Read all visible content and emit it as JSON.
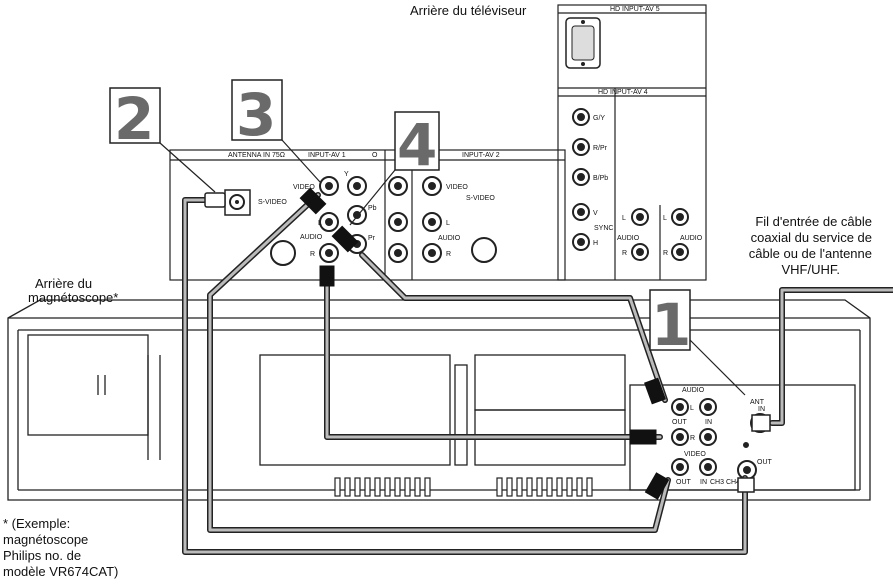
{
  "tv": {
    "label": "Arrière du téléviseur",
    "panels": {
      "hd_av5": "HD INPUT-AV 5",
      "hd_av4": "HD INPUT-AV 4",
      "antenna": "ANTENNA IN 75Ω",
      "av1": "INPUT-AV 1",
      "av2": "INPUT-AV 2",
      "out_partial": "O"
    },
    "jacks": {
      "video": "VIDEO",
      "svideo": "S-VIDEO",
      "audio": "AUDIO",
      "l": "L",
      "r": "R",
      "y": "Y",
      "pb": "Pb",
      "pr": "Pr",
      "gy": "G/Y",
      "rpr": "R/Pr",
      "bpb": "B/Pb",
      "v": "V",
      "h": "H",
      "sync": "SYNC"
    }
  },
  "vcr": {
    "label_line1": "Arrière du",
    "label_line2": "magnétoscope*",
    "jacks": {
      "audio": "AUDIO",
      "l": "L",
      "r": "R",
      "out": "OUT",
      "in": "IN",
      "video": "VIDEO",
      "ant_in_1": "ANT",
      "ant_in_2": "IN",
      "ant_out": "OUT",
      "ch": "CH3 CH4"
    }
  },
  "cable_note": {
    "line1": "Fil d'entrée de câble",
    "line2": "coaxial du service de",
    "line3": "câble ou de l'antenne",
    "line4": "VHF/UHF."
  },
  "footnote": {
    "line1": "* (Exemple:",
    "line2": "magnétoscope",
    "line3": "Philips no. de",
    "line4": "modèle  VR674CAT)"
  },
  "steps": [
    "1",
    "2",
    "3",
    "4"
  ]
}
